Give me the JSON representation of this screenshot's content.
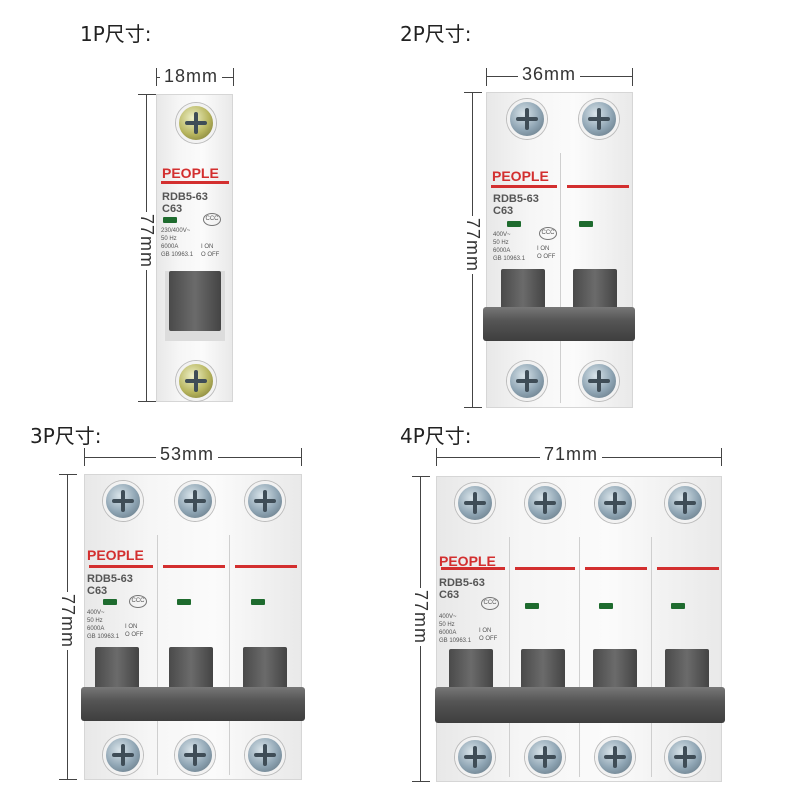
{
  "sections": {
    "p1": {
      "label": "1P尺寸:",
      "width": "18mm",
      "height": "77mm"
    },
    "p2": {
      "label": "2P尺寸:",
      "width": "36mm",
      "height": "77mm"
    },
    "p3": {
      "label": "3P尺寸:",
      "width": "53mm",
      "height": "77mm"
    },
    "p4": {
      "label": "4P尺寸:",
      "width": "71mm",
      "height": "77mm"
    }
  },
  "breaker": {
    "brand": "PEOPLE",
    "model": "RDB5-63",
    "rating": "C63",
    "spec_1p": [
      "230/400V~",
      "50 Hz",
      "6000A",
      "GB 10963.1"
    ],
    "spec_multi": [
      "400V~",
      "50 Hz",
      "6000A",
      "GB 10963.1"
    ],
    "on_label": "I  ON",
    "off_label": "O  OFF",
    "cert": "CCC"
  },
  "colors": {
    "brand_red": "#d32f2f",
    "body": "#f0f0f0",
    "handle": "#555555"
  }
}
